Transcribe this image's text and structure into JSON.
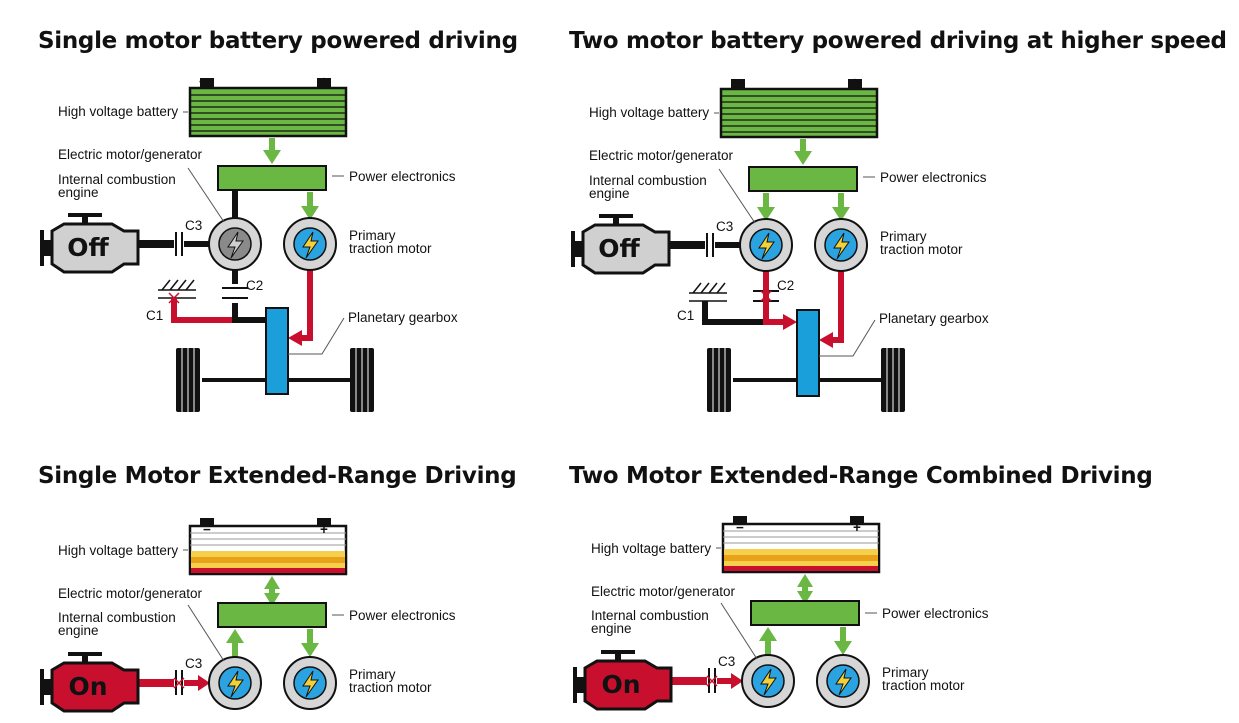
{
  "colors": {
    "battery_green": "#6ab744",
    "electronics_green": "#6ab744",
    "arrow_green": "#6ab744",
    "power_red": "#c8102e",
    "gearbox_blue": "#1a9fdb",
    "motor_blue": "#2aa3e0",
    "engine_off_gray": "#d0d0d0",
    "engine_on_red": "#c8102e",
    "battery_amber": "#e8a21a",
    "battery_yellow": "#f6cf4c"
  },
  "icons": [
    "battery-icon",
    "engine-icon",
    "motor-icon",
    "lightning-icon",
    "wheel-icon",
    "clutch-icon",
    "ground-brake-icon"
  ],
  "panels": [
    {
      "title": "Single motor battery powered driving",
      "engine_state": "Off",
      "battery_state": "charged",
      "generator_state": "inactive",
      "labels": {
        "battery": "High voltage battery",
        "generator": "Electric motor/generator",
        "engine_line1": "Internal combustion",
        "engine_line2": "engine",
        "electronics": "Power electronics",
        "traction_line1": "Primary",
        "traction_line2": "traction motor",
        "gearbox": "Planetary gearbox",
        "c1": "C1",
        "c2": "C2",
        "c3": "C3",
        "battery_minus": "−",
        "battery_plus": "+"
      }
    },
    {
      "title": "Two motor battery powered driving at higher speed",
      "engine_state": "Off",
      "battery_state": "charged",
      "generator_state": "driving",
      "labels": {
        "battery": "High voltage battery",
        "generator": "Electric motor/generator",
        "engine_line1": "Internal combustion",
        "engine_line2": "engine",
        "electronics": "Power electronics",
        "traction_line1": "Primary",
        "traction_line2": "traction motor",
        "gearbox": "Planetary gearbox",
        "c1": "C1",
        "c2": "C2",
        "c3": "C3",
        "battery_minus": "−",
        "battery_plus": "+"
      }
    },
    {
      "title": "Single Motor Extended-Range Driving",
      "engine_state": "On",
      "battery_state": "depleted",
      "generator_state": "generating",
      "labels": {
        "battery": "High voltage battery",
        "generator": "Electric motor/generator",
        "engine_line1": "Internal combustion",
        "engine_line2": "engine",
        "electronics": "Power electronics",
        "traction_line1": "Primary",
        "traction_line2": "traction motor",
        "c3": "C3",
        "battery_minus": "−",
        "battery_plus": "+"
      }
    },
    {
      "title": "Two Motor Extended-Range Combined Driving",
      "engine_state": "On",
      "battery_state": "depleted",
      "generator_state": "generating",
      "labels": {
        "battery": "High voltage battery",
        "generator": "Electric motor/generator",
        "engine_line1": "Internal combustion",
        "engine_line2": "engine",
        "electronics": "Power electronics",
        "traction_line1": "Primary",
        "traction_line2": "traction motor",
        "c3": "C3",
        "battery_minus": "−",
        "battery_plus": "+"
      }
    }
  ]
}
